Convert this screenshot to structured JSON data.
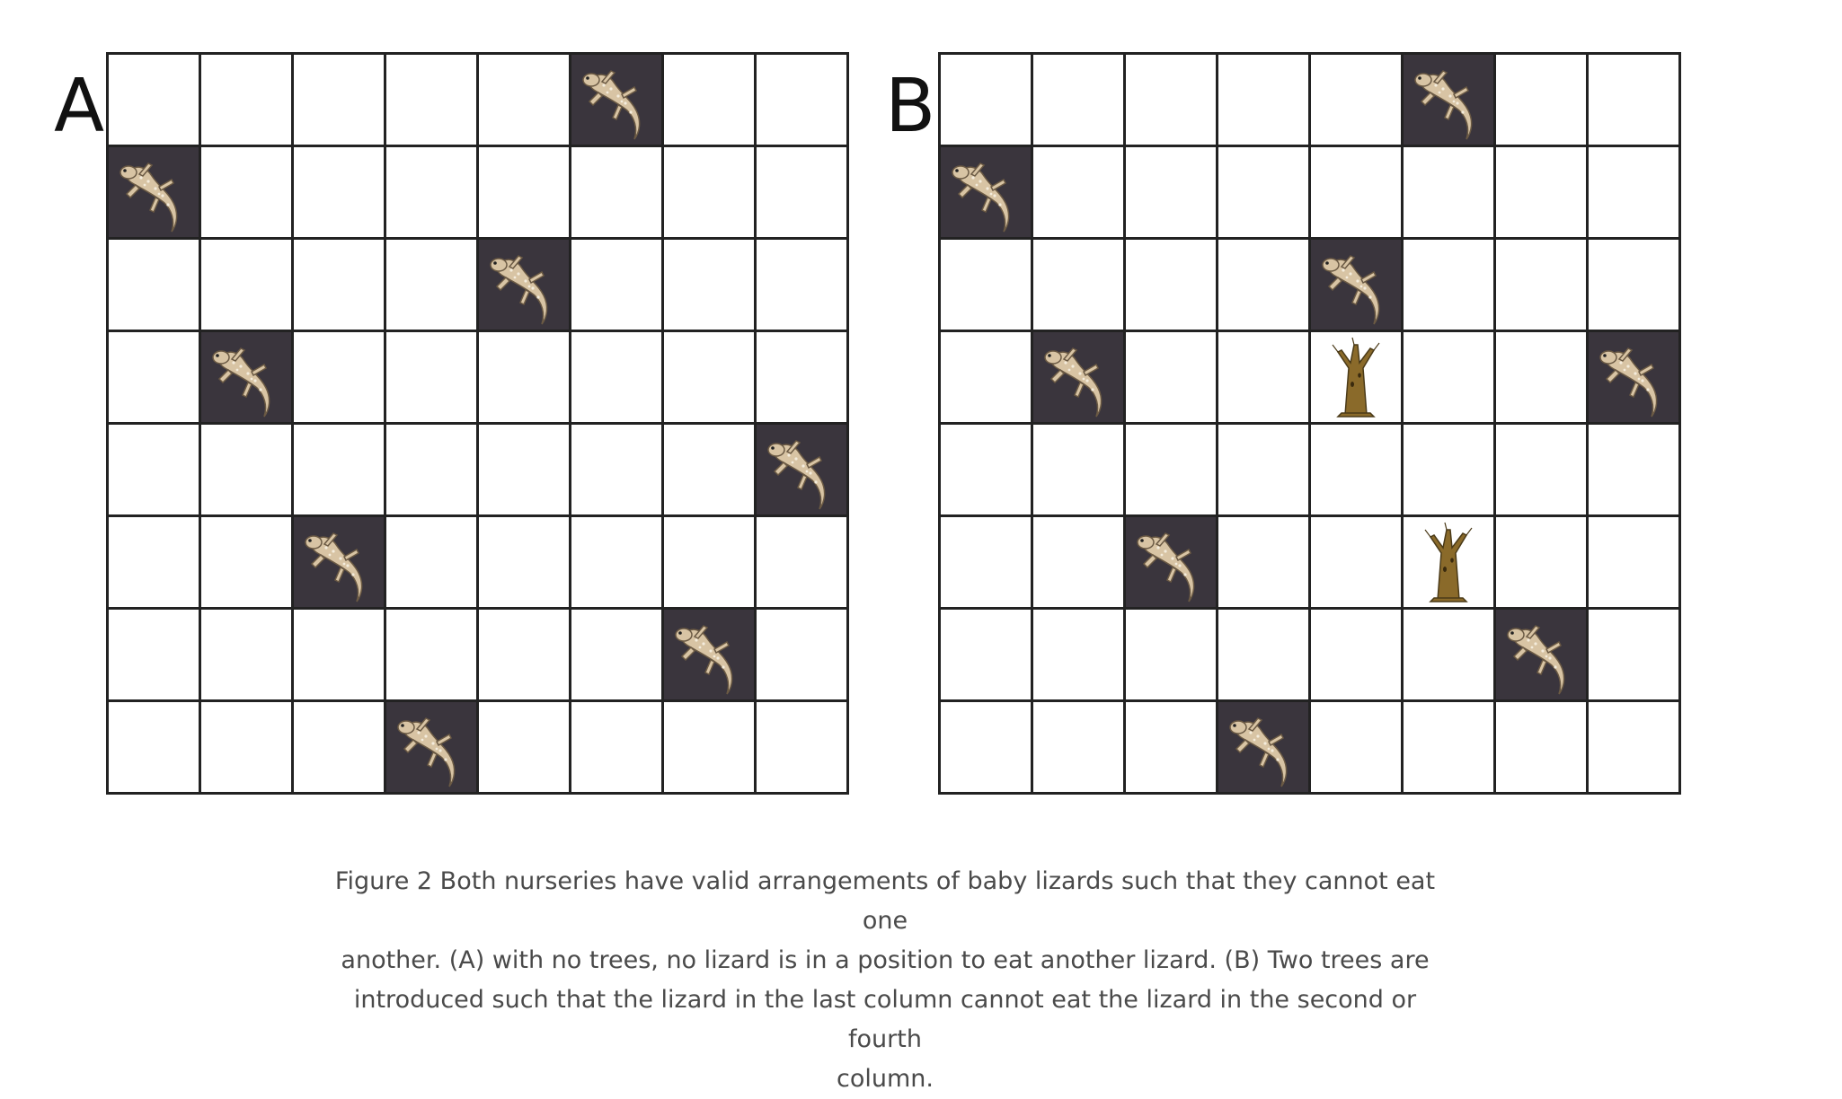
{
  "panels": [
    {
      "label": "A",
      "rows": 8,
      "cols": 8,
      "lizards": [
        [
          0,
          5
        ],
        [
          1,
          0
        ],
        [
          2,
          4
        ],
        [
          3,
          1
        ],
        [
          4,
          7
        ],
        [
          5,
          2
        ],
        [
          6,
          6
        ],
        [
          7,
          3
        ]
      ],
      "trees": []
    },
    {
      "label": "B",
      "rows": 8,
      "cols": 8,
      "lizards": [
        [
          0,
          5
        ],
        [
          1,
          0
        ],
        [
          2,
          4
        ],
        [
          3,
          1
        ],
        [
          3,
          7
        ],
        [
          5,
          2
        ],
        [
          6,
          6
        ],
        [
          7,
          3
        ]
      ],
      "trees": [
        [
          3,
          4
        ],
        [
          5,
          5
        ]
      ]
    }
  ],
  "icons": {
    "lizard": "lizard-icon",
    "tree": "tree-icon"
  },
  "colors": {
    "grid_line": "#222222",
    "lizard_tile": "#3a353d",
    "lizard_body": "#d8c4a4",
    "tree_trunk": "#8a6a2a",
    "caption_text": "#4a4a4a"
  },
  "caption": {
    "line1": "Figure 2 Both nurseries have valid arrangements of baby lizards such that they cannot eat one",
    "line2": "another. (A) with no trees, no lizard is in a position to eat another lizard. (B) Two trees are",
    "line3": "introduced such that the lizard in the last column cannot eat the lizard in the second or fourth",
    "line4": "column."
  }
}
